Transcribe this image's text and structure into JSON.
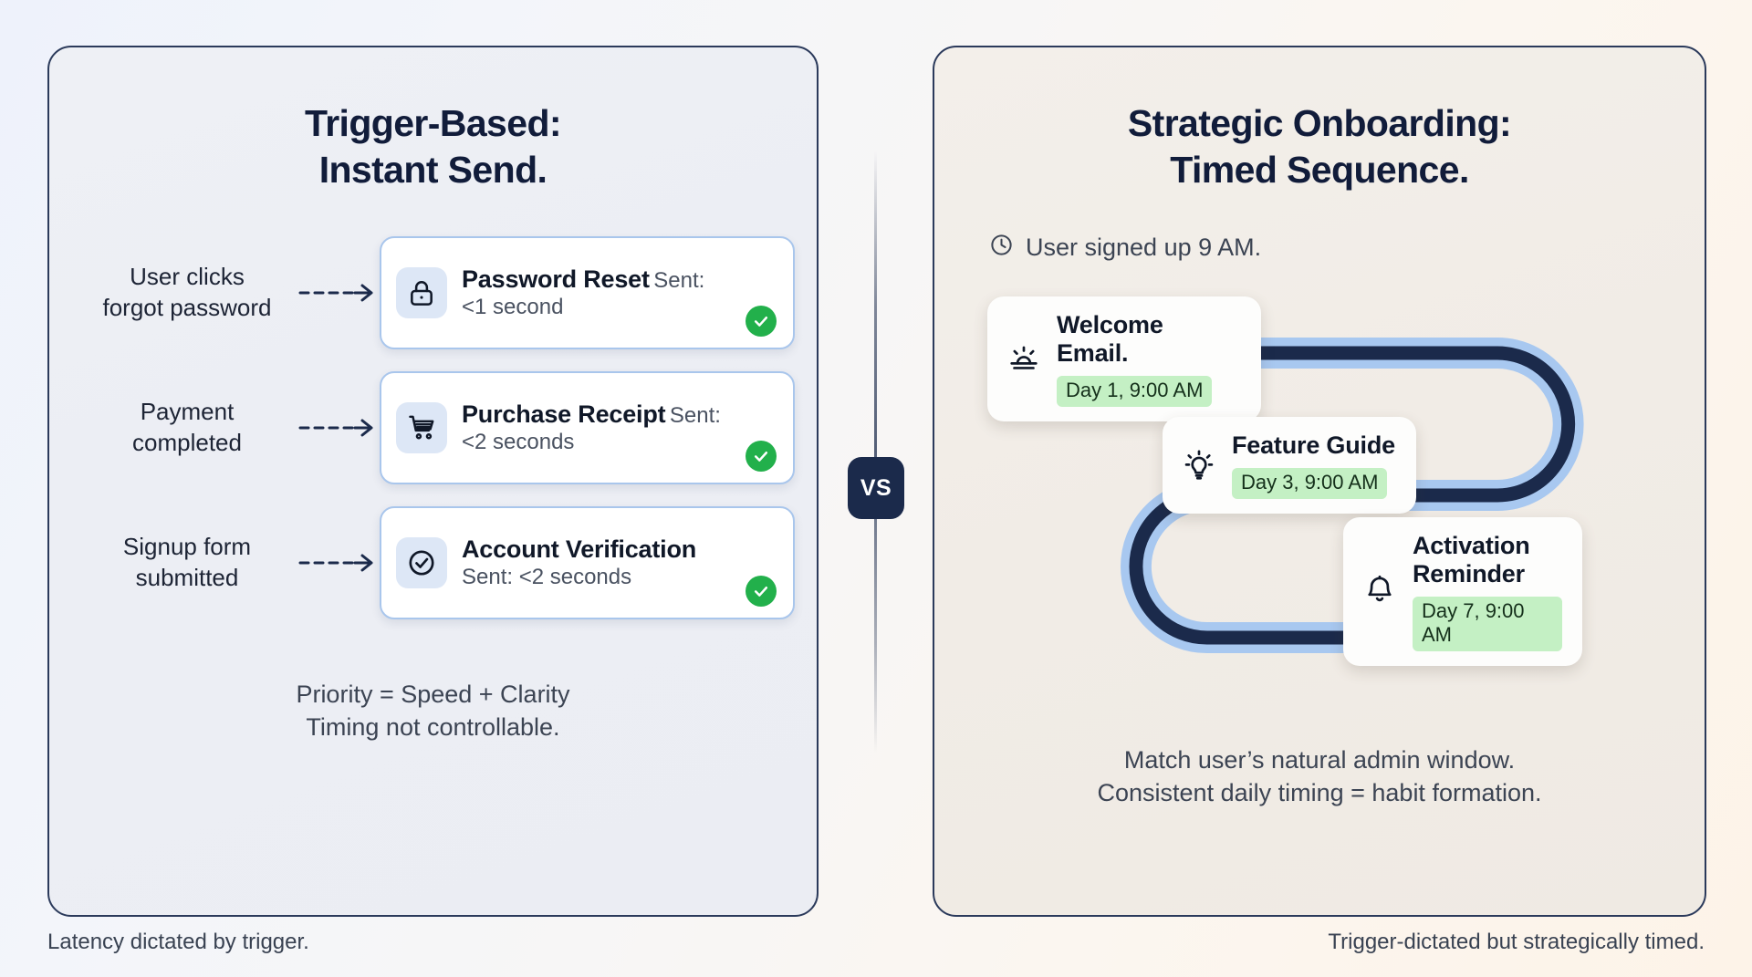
{
  "left_panel": {
    "title": "Trigger-Based:\nInstant Send.",
    "rows": [
      {
        "label": "User clicks\nforgot password",
        "icon": "lock-icon",
        "card_title": "Password Reset",
        "card_sub": "Sent: <1 second",
        "status": "sent-check"
      },
      {
        "label": "Payment\ncompleted",
        "icon": "shopping-cart-icon",
        "card_title": "Purchase Receipt",
        "card_sub": "Sent: <2 seconds",
        "status": "sent-check"
      },
      {
        "label": "Signup form\nsubmitted",
        "icon": "check-circle-icon",
        "card_title": "Account Verification",
        "card_sub": "Sent: <2 seconds",
        "status": "sent-check"
      }
    ],
    "footnote": "Priority = Speed + Clarity\nTiming not controllable.",
    "caption": "Latency dictated by trigger."
  },
  "center": {
    "vs_label": "VS"
  },
  "right_panel": {
    "title": "Strategic Onboarding:\nTimed Sequence.",
    "signup_note": "User signed up 9 AM.",
    "signup_icon": "clock-icon",
    "steps": [
      {
        "icon": "sunrise-icon",
        "title": "Welcome Email.",
        "day_chip": "Day 1, 9:00 AM"
      },
      {
        "icon": "lightbulb-icon",
        "title": "Feature Guide",
        "day_chip": "Day 3, 9:00 AM"
      },
      {
        "icon": "bell-icon",
        "title": "Activation\nReminder",
        "day_chip": "Day 7, 9:00 AM"
      }
    ],
    "footnote": "Match user’s natural admin window.\nConsistent daily timing = habit formation.",
    "caption": "Trigger-dictated but strategically timed."
  },
  "colors": {
    "navy": "#111c3a",
    "path_dark": "#1b2a4b",
    "path_glow": "#a8c8f0",
    "chip_green": "#c4f0c4",
    "check_green": "#22b04b",
    "card_border_blue": "#a9c6ec",
    "left_panel_bg": "#eceef4",
    "right_panel_bg": "#f1ece6"
  }
}
